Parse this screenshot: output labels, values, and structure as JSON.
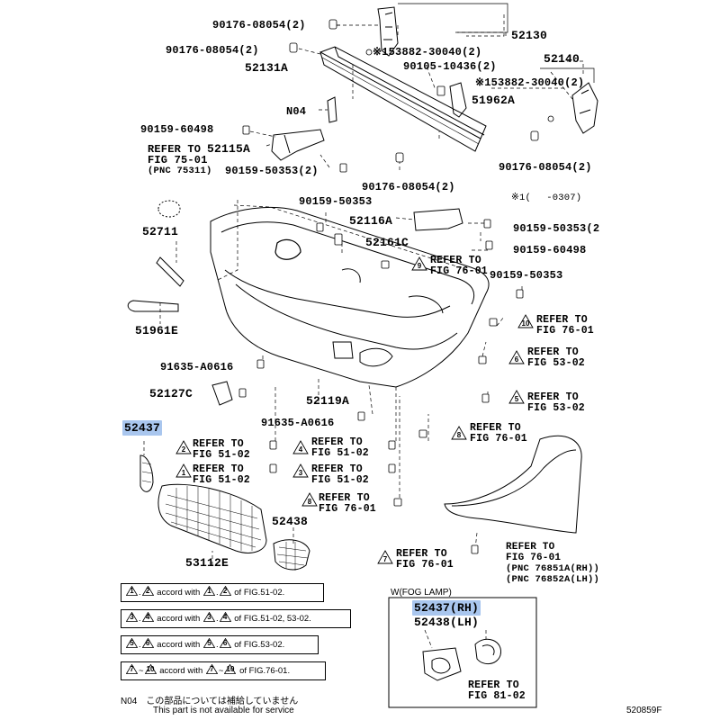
{
  "parts": {
    "p90176_a": "90176-08054(2)",
    "p90176_b": "90176-08054(2)",
    "p52130": "52130",
    "p53882_a": "※153882-30040(2)",
    "p52131A": "52131A",
    "p90105": "90105-10436(2)",
    "p52140": "52140",
    "p53882_b": "※153882-30040(2)",
    "p51962A": "51962A",
    "pN04": "N04",
    "p90159_60498_a": "90159-60498",
    "p52115A": "52115A",
    "p90159_50353_a": "90159-50353(2)",
    "p90176_c": "90176-08054(2)",
    "p90176_d": "90176-08054(2)",
    "note1": "※1(　 -0307)",
    "p90159_50353_b": "90159-50353",
    "p52116A": "52116A",
    "p90159_50353_c": "90159-50353(2",
    "p52711": "52711",
    "p52161C": "52161C",
    "p90159_60498_b": "90159-60498",
    "p90159_50353_d": "90159-50353",
    "p51961E": "51961E",
    "p91635_a": "91635-A0616",
    "p52127C": "52127C",
    "p52119A": "52119A",
    "p91635_b": "91635-A0616",
    "p52437": "52437",
    "p52438": "52438",
    "p53112E": "53112E",
    "fog_title": "W(FOG LAMP)",
    "fog_52437": "52437(RH)",
    "fog_52438": "52438(LH)",
    "diagram_id": "520859F"
  },
  "refs": {
    "r75_01": [
      "REFER TO",
      "FIG 75-01",
      "(PNC 75311)"
    ],
    "r9": {
      "num": "9",
      "l1": "REFER TO",
      "l2": "FIG 76-01"
    },
    "r10": {
      "num": "10",
      "l1": "REFER TO",
      "l2": "FIG 76-01"
    },
    "r6a": {
      "num": "6",
      "l1": "REFER TO",
      "l2": "FIG 53-02"
    },
    "r5": {
      "num": "5",
      "l1": "REFER TO",
      "l2": "FIG 53-02"
    },
    "r8a": {
      "num": "8",
      "l1": "REFER TO",
      "l2": "FIG 76-01"
    },
    "r2": {
      "num": "2",
      "l1": "REFER TO",
      "l2": "FIG 51-02"
    },
    "r1": {
      "num": "1",
      "l1": "REFER TO",
      "l2": "FIG 51-02"
    },
    "r4": {
      "num": "4",
      "l1": "REFER TO",
      "l2": "FIG 51-02"
    },
    "r3": {
      "num": "3",
      "l1": "REFER TO",
      "l2": "FIG 51-02"
    },
    "r8b": {
      "num": "8",
      "l1": "REFER TO",
      "l2": "FIG 76-01"
    },
    "r7": {
      "num": "7",
      "l1": "REFER TO",
      "l2": "FIG 76-01"
    },
    "r76_flare": [
      "REFER TO",
      "FIG 76-01",
      "(PNC 76851A(RH))",
      "(PNC 76852A(LH))"
    ],
    "r81_02": [
      "REFER TO",
      "FIG 81-02"
    ]
  },
  "legend": [
    {
      "a": "1",
      "b": "2",
      "text1": "accord with",
      "c": "1",
      "d": "2",
      "text2": "of FIG.51-02."
    },
    {
      "a": "3",
      "b": "4",
      "text1": "accord with",
      "c": "3",
      "d": "4",
      "text2": "of FIG.51-02, 53-02."
    },
    {
      "a": "5",
      "b": "6",
      "text1": "accord with",
      "c": "5",
      "d": "6",
      "text2": "of FIG.53-02."
    },
    {
      "a": "7",
      "b": "10",
      "text1": "accord with",
      "c": "7",
      "d": "10",
      "text2": "of FIG.76-01."
    }
  ],
  "footnote": {
    "code": "N04",
    "jp": "この部品については補給していません",
    "en": "This part is not available for service"
  },
  "colors": {
    "highlight": "#a9c6ee",
    "line": "#000000"
  }
}
